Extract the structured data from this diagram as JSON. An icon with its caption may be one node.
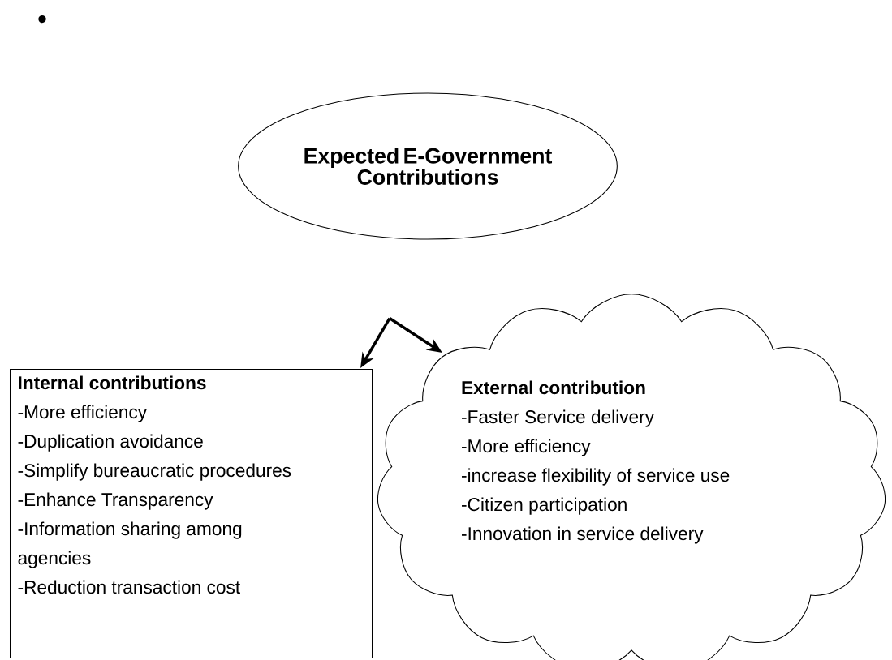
{
  "diagram": {
    "nodes": [
      {
        "text": [
          "Expected E-Government Contributions"
        ]
      },
      {
        "text": [
          "Internal contributions",
          "-More efficiency",
          "-Duplication avoidance",
          "-Simplify bureaucratic procedures",
          "-Enhance Transparency",
          "-Information sharing among agencies",
          "-Reduction transaction cost"
        ]
      },
      {
        "text": [
          "External contribution",
          "-Faster Service delivery",
          "-More efficiency",
          "-increase flexibility of service use",
          "-Citizen participation",
          "-Innovation in service delivery"
        ]
      }
    ],
    "edges": [
      {
        "from": null,
        "to": 1,
        "arrow": "to"
      },
      {
        "from": null,
        "to": 2,
        "arrow": "to"
      }
    ],
    "labels": [
      "•"
    ]
  }
}
